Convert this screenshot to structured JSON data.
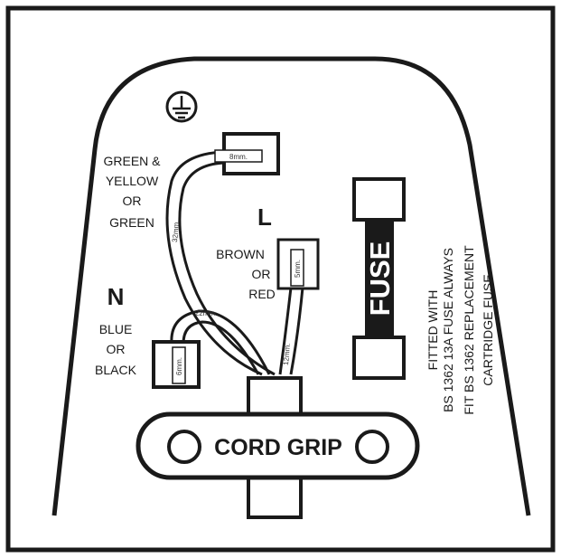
{
  "earth_symbol": "earth-ground-icon",
  "labels": {
    "earth_wire": [
      "GREEN &",
      "YELLOW",
      "OR",
      "GREEN"
    ],
    "live_letter": "L",
    "live_wire": [
      "BROWN",
      "OR",
      "RED"
    ],
    "neutral_letter": "N",
    "neutral_wire": [
      "BLUE",
      "OR",
      "BLACK"
    ]
  },
  "measurements": {
    "earth_strip": "8mm.",
    "earth_length": "32mm.",
    "live_strip": "5mm.",
    "live_length": "12mm.",
    "neutral_strip": "6mm.",
    "neutral_length": "22mm."
  },
  "fuse": {
    "label": "FUSE",
    "note": [
      "FITTED WITH",
      "BS 1362 13A FUSE ALWAYS",
      "FIT BS 1362 REPLACEMENT",
      "CARTRIDGE FUSE"
    ]
  },
  "cord_grip": "CORD GRIP",
  "colors": {
    "ink": "#1a1a1a",
    "background": "#ffffff"
  }
}
